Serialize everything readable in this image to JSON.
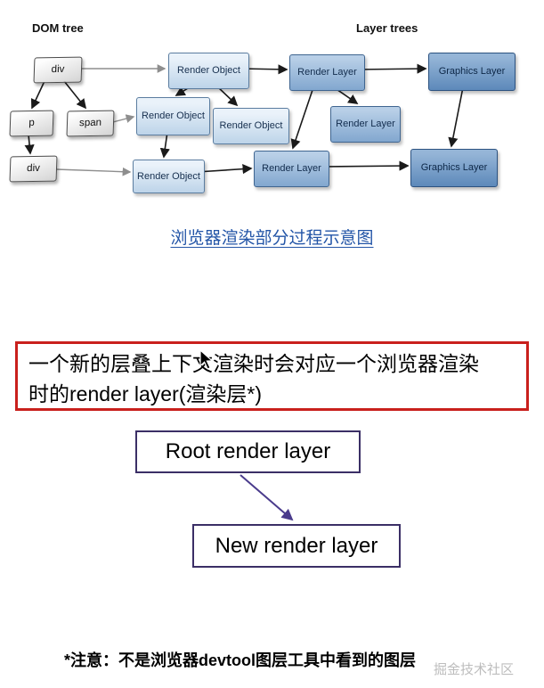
{
  "diagram": {
    "dom_tree_label": "DOM tree",
    "layer_trees_label": "Layer trees",
    "dom_nodes": [
      "div",
      "p",
      "span",
      "div"
    ],
    "render_objects": [
      "Render Object",
      "Render Object",
      "Render Object",
      "Render Object"
    ],
    "render_layers": [
      "Render Layer",
      "Render Layer",
      "Render Layer"
    ],
    "graphics_layers": [
      "Graphics Layer",
      "Graphics Layer"
    ]
  },
  "caption": "浏览器渲染部分过程示意图",
  "note": {
    "line1": "一个新的层叠上下文渲染时会对应一个浏览器渲染",
    "line2": "时的render layer(渲染层*)"
  },
  "flow": {
    "root_label": "Root render layer",
    "new_label": "New render layer"
  },
  "footnote": "*注意：不是浏览器devtool图层工具中看到的图层",
  "watermark": "掘金技术社区",
  "colors": {
    "highlight_border": "#c9201d",
    "caption_blue": "#2355a7",
    "flow_border": "#3b2f66",
    "flow_arrow": "#4a3b8c",
    "render_object_fill": "#cfe0f0",
    "render_layer_fill": "#9bb9dc",
    "graphics_layer_fill": "#7fa3cc"
  }
}
